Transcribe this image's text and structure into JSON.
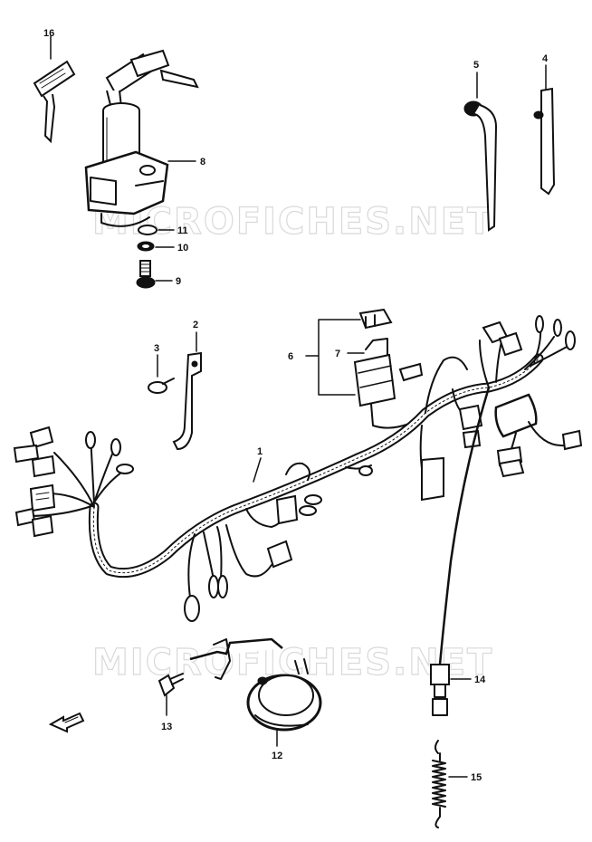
{
  "watermark": "MICROFICHES.NET",
  "watermark_mark": "MICROFICHES.NET",
  "callouts": {
    "p1": "1",
    "p2": "2",
    "p3": "3",
    "p4": "4",
    "p5": "5",
    "p6": "6",
    "p7": "7",
    "p8": "8",
    "p9": "9",
    "p10": "10",
    "p11": "11",
    "p12": "12",
    "p13": "13",
    "p14": "14",
    "p15": "15",
    "p16": "16"
  }
}
